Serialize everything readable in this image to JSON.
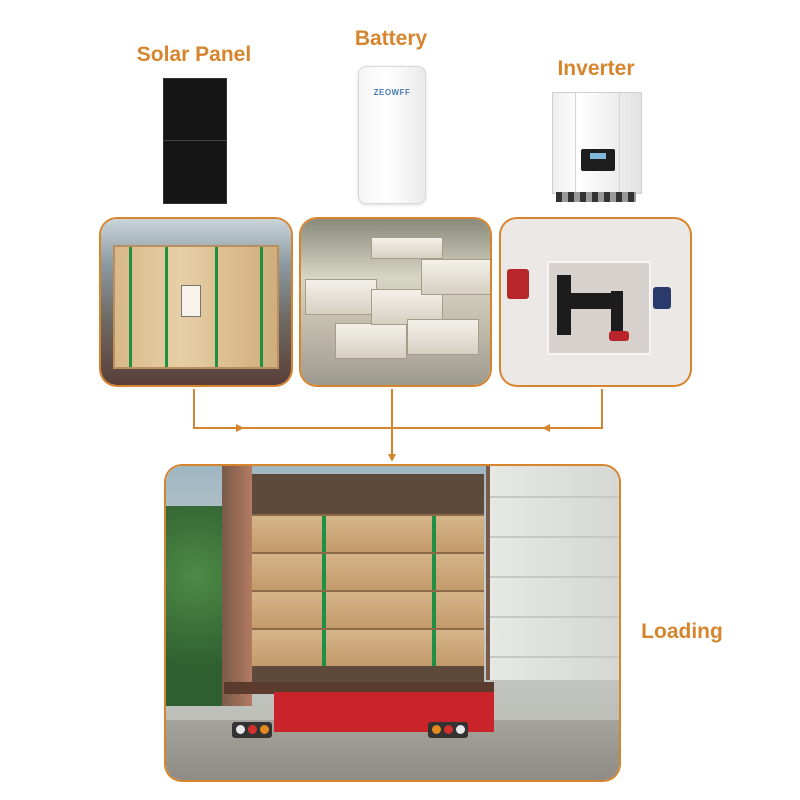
{
  "labels": {
    "solar_panel": "Solar Panel",
    "battery": "Battery",
    "inverter": "Inverter",
    "loading": "Loading"
  },
  "battery_brand": "ZEOWFF",
  "colors": {
    "accent": "#d6852e",
    "strap_green": "#1f8f43",
    "truck_red": "#c9242a"
  }
}
